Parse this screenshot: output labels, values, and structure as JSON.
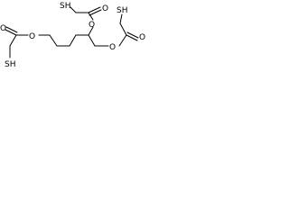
{
  "molecule": {
    "atom_labels": {
      "sh_left": "SH",
      "o_carbonyl_left": "O",
      "o_ester_left": "O",
      "sh_middle": "SH",
      "o_carbonyl_middle": "O",
      "o_ester_middle": "O",
      "sh_right": "SH",
      "o_carbonyl_right": "O",
      "o_ester_right": "O"
    },
    "colors": {
      "bond": "#000000",
      "label": "#000000",
      "background": "#ffffff"
    }
  }
}
